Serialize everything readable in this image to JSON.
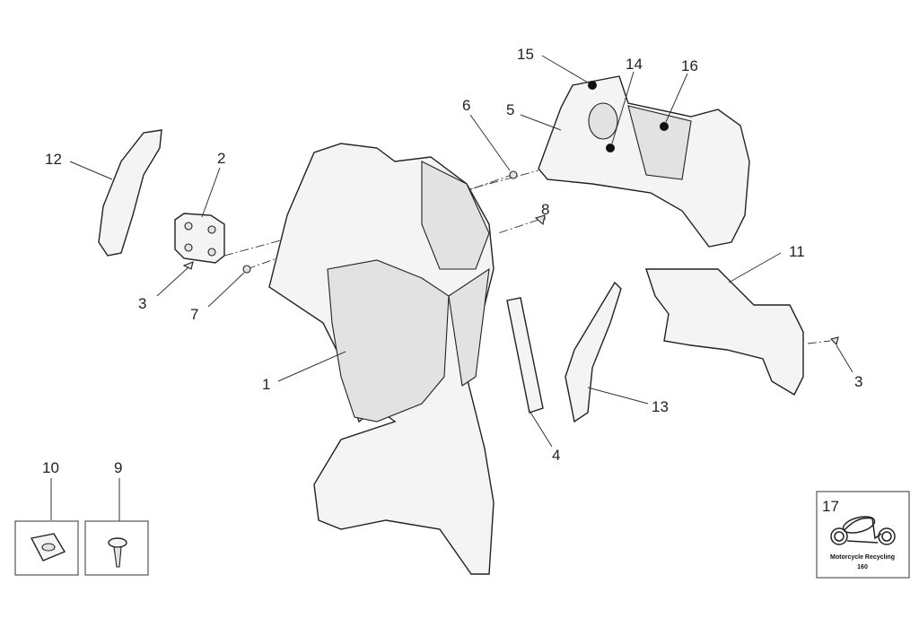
{
  "diagram": {
    "labels": {
      "p1": "1",
      "p2": "2",
      "p3a": "3",
      "p3b": "3",
      "p4": "4",
      "p5": "5",
      "p6": "6",
      "p7": "7",
      "p8": "8",
      "p9": "9",
      "p10": "10",
      "p11": "11",
      "p12": "12",
      "p13": "13",
      "p14": "14",
      "p15": "15",
      "p16": "16"
    },
    "recycling": {
      "number": "17",
      "caption": "Motorcycle Recycling",
      "code": "160"
    }
  }
}
